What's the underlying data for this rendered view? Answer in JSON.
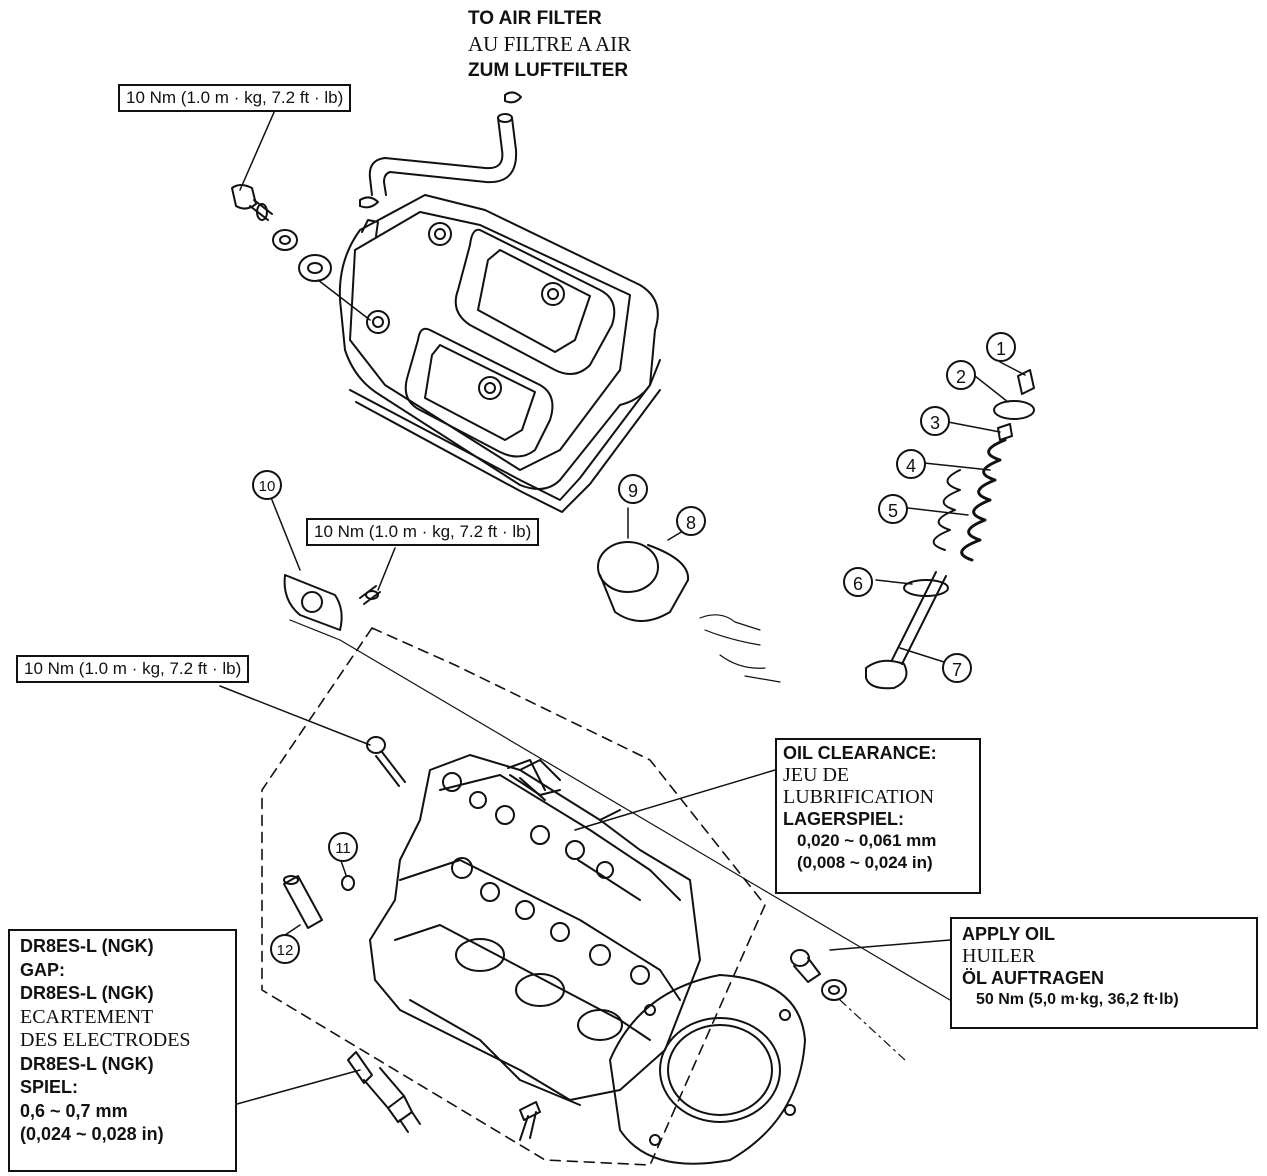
{
  "air_filter": {
    "en": "TO AIR FILTER",
    "fr": "AU FILTRE A AIR",
    "de": "ZUM LUFTFILTER"
  },
  "torque_10nm": "10 Nm (1.0 m · kg, 7.2 ft · lb)",
  "oil_clearance": {
    "en": "OIL CLEARANCE:",
    "fr1": "JEU DE",
    "fr2": "LUBRIFICATION",
    "de": "LAGERSPIEL:",
    "mm": "0,020 ~ 0,061 mm",
    "in": "(0,008 ~ 0,024 in)"
  },
  "apply_oil": {
    "en": "APPLY OIL",
    "fr": "HUILER",
    "de": "ÖL AUFTRAGEN",
    "torque": "50 Nm (5,0 m·kg, 36,2 ft·lb)"
  },
  "spark_plug": {
    "en_plug": "DR8ES-L (NGK)",
    "en_gap": "GAP:",
    "fr_plug": "DR8ES-L (NGK)",
    "fr_gap1": "ECARTEMENT",
    "fr_gap2": "DES ELECTRODES",
    "de_plug": "DR8ES-L (NGK)",
    "de_gap": "SPIEL:",
    "mm": "0,6 ~ 0,7 mm",
    "in": "(0,024 ~ 0,028 in)"
  },
  "callouts": [
    "1",
    "2",
    "3",
    "4",
    "5",
    "6",
    "7",
    "8",
    "9",
    "10",
    "11",
    "12"
  ]
}
